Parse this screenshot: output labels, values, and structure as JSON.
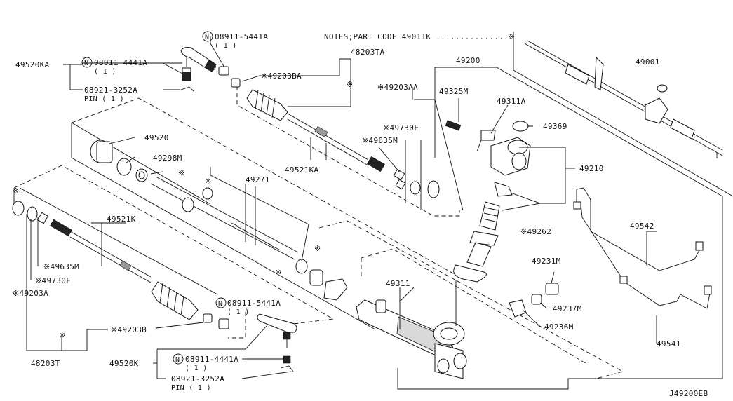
{
  "diagram": {
    "notes": "NOTES;PART CODE  49011K ...............※",
    "ref_code": "J49200EB",
    "labels": {
      "p49520KA": "49520KA",
      "p08911_5441A_top": "08911-5441A",
      "p08911_5441A_top_qty": "( 1 )",
      "p08911_4441A_top": "08911-4441A",
      "p08911_4441A_top_qty": "( 1 )",
      "p08921_3252A_top": "08921-3252A",
      "pin_top": "PIN ( 1 )",
      "p48203TA": "48203TA",
      "p49203BA": "※49203BA",
      "p49203AA": "※49203AA",
      "p49200": "49200",
      "p49001": "49001",
      "p49325M": "49325M",
      "p49311A": "49311A",
      "p49369": "49369",
      "p49210": "49210",
      "p49520": "49520",
      "p49298M": "49298M",
      "p49730F_top": "※49730F",
      "p49635M_top": "※49635M",
      "p49521KA": "49521KA",
      "p49271": "49271",
      "p49262": "※49262",
      "p49542": "49542",
      "p49521K": "49521K",
      "p49635M_low": "※49635M",
      "p49730F_low": "※49730F",
      "p49203A": "※49203A",
      "p49311": "49311",
      "p49231M": "49231M",
      "p49237M": "49237M",
      "p49236M": "49236M",
      "p49541": "49541",
      "p08911_5441A_low": "08911-5441A",
      "p08911_5441A_low_qty": "( 1 )",
      "p49203B": "※49203B",
      "p48203T": "48203T",
      "p49520K": "49520K",
      "p08911_4441A_low": "08911-4441A",
      "p08911_4441A_low_qty": "( 1 )",
      "p08921_3252A_low": "08921-3252A",
      "pin_low": "PIN ( 1 )",
      "star_mark": "※",
      "n_mark": "N"
    }
  }
}
